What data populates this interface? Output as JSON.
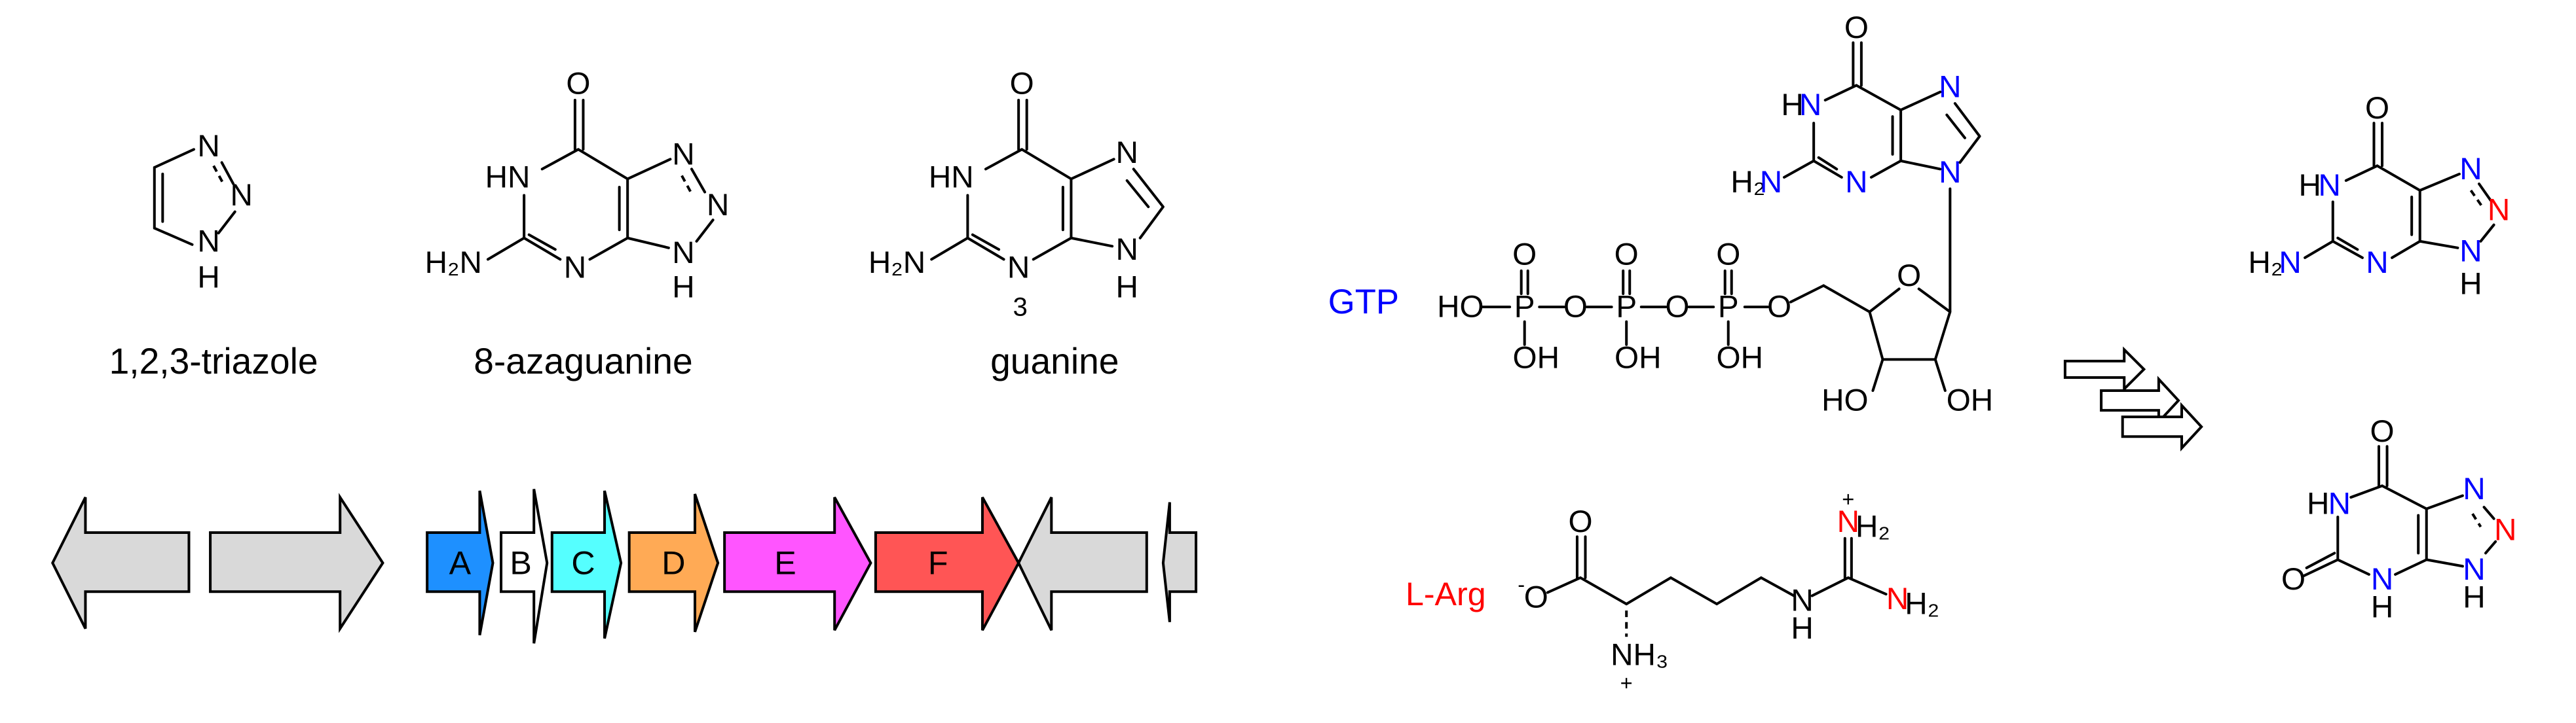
{
  "triazole": {
    "name": "1,2,3-triazole",
    "atoms": [
      "N",
      "N",
      "N",
      "H"
    ]
  },
  "azaguanine": {
    "name": "8-azaguanine",
    "atoms": [
      "O",
      "HN",
      "H₂N",
      "N",
      "N",
      "N",
      "N",
      "H"
    ]
  },
  "guanine": {
    "name": "guanine",
    "atoms": [
      "O",
      "HN",
      "H₂N",
      "N",
      "N",
      "N",
      "H"
    ],
    "position_label": "3"
  },
  "gtp": {
    "name": "GTP",
    "atoms": [
      "O",
      "H",
      "N",
      "N",
      "N",
      "N",
      "H₂",
      "N",
      "O",
      "HO",
      "OH",
      "O",
      "O",
      "P",
      "O",
      "OH",
      "O",
      "P",
      "O",
      "OH",
      "O",
      "P",
      "O",
      "OH",
      "HO"
    ]
  },
  "product_azaguanine": {
    "atoms": [
      "O",
      "H",
      "N",
      "N",
      "N",
      "N",
      "H",
      "N",
      "H₂",
      "N"
    ]
  },
  "product_azaxanthine": {
    "atoms": [
      "O",
      "H",
      "N",
      "O",
      "N",
      "H",
      "N",
      "N",
      "N",
      "H"
    ]
  },
  "larg": {
    "name": "L-Arg",
    "atoms": [
      "O",
      "-",
      "O",
      "NH₃",
      "+",
      "N",
      "H",
      "N",
      "H₂",
      "+",
      "N",
      "H₂"
    ]
  },
  "gene_cluster": {
    "genes": [
      {
        "label": "",
        "direction": "left",
        "color": "#d9d9d9"
      },
      {
        "label": "",
        "direction": "right",
        "color": "#d9d9d9"
      },
      {
        "label": "A",
        "direction": "right",
        "color": "#1e90ff"
      },
      {
        "label": "B",
        "direction": "right",
        "color": "#ffffff"
      },
      {
        "label": "C",
        "direction": "right",
        "color": "#55ffff"
      },
      {
        "label": "D",
        "direction": "right",
        "color": "#ffaa55"
      },
      {
        "label": "E",
        "direction": "right",
        "color": "#ff55ff"
      },
      {
        "label": "F",
        "direction": "right",
        "color": "#ff5555"
      },
      {
        "label": "",
        "direction": "left",
        "color": "#d9d9d9"
      },
      {
        "label": "",
        "direction": "left",
        "color": "#d9d9d9"
      }
    ]
  },
  "colors": {
    "nitrogen_highlight": "#0000ff",
    "new_nitrogen": "#ff0000"
  }
}
